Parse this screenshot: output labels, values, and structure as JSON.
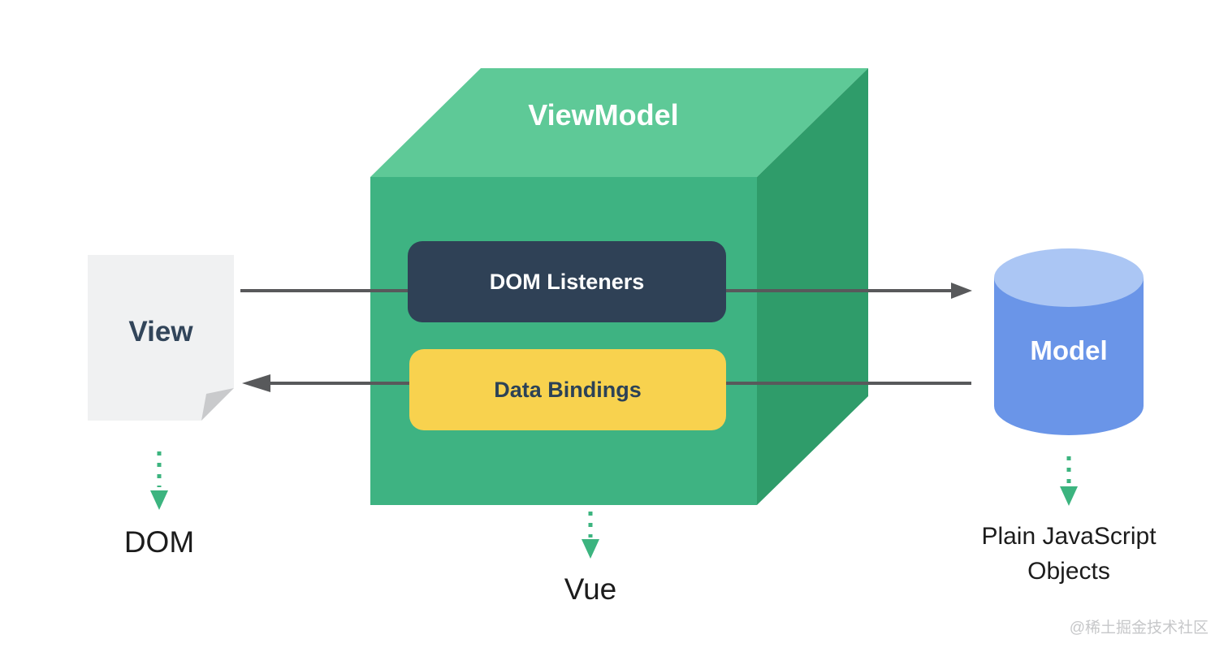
{
  "labels": {
    "viewmodel": "ViewModel",
    "dom_listeners": "DOM Listeners",
    "data_bindings": "Data Bindings",
    "view": "View",
    "model": "Model"
  },
  "captions": {
    "dom": "DOM",
    "vue": "Vue",
    "plain_js": "Plain JavaScript Objects"
  },
  "watermark": {
    "text": "@稀土掘金技术社区"
  },
  "colors": {
    "background": "#ffffff",
    "cube_top": "#5ec997",
    "cube_front": "#3eb382",
    "cube_right": "#2f9c6a",
    "dark_box": "#2f4156",
    "yellow_box": "#f8d24e",
    "arrow_gray": "#58595b",
    "dotted_green": "#3cb47f",
    "document_fill": "#f0f1f2",
    "document_fold": "#c9cacc",
    "cylinder_body": "#6a95e8",
    "cylinder_top": "#abc6f4",
    "dark_text": "#2c4257",
    "caption_text": "#1c1c1c",
    "watermark_text": "#c6c7c9"
  }
}
